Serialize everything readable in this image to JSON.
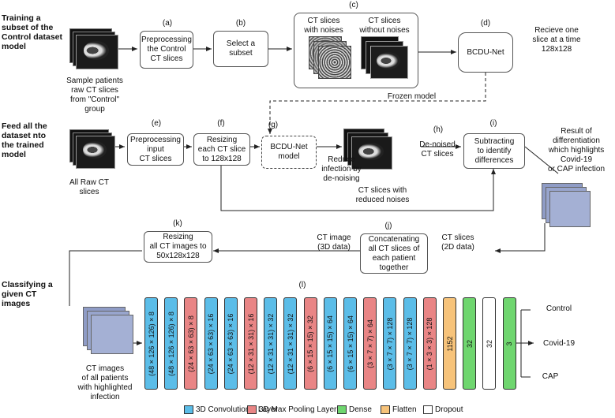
{
  "stages": {
    "training": "Training a\nsubset of the\nControl dataset\nmodel",
    "feed": "Feed all the\ndataset  nto\nthe trained\nmodel",
    "classify": "Classifying a\ngiven CT\nimages"
  },
  "step_labels": {
    "a": "(a)",
    "b": "(b)",
    "c": "(c)",
    "d": "(d)",
    "e": "(e)",
    "f": "(f)",
    "g": "(g)",
    "h": "(h)",
    "i": "(i)",
    "j": "(j)",
    "k": "(k)",
    "l": "(l)"
  },
  "boxes": {
    "preprocess_control": "Preprocessing\nthe Control\nCT slices",
    "select_subset": "Select a\nsubset",
    "bcdu_train": "BCDU-Net",
    "preprocess_input": "Preprocessing\ninput\nCT slices",
    "resize_slice": "Resizing\neach CT slice\nto 128x128",
    "bcdu_model": "BCDU-Net\nmodel",
    "subtract": "Subtracting\nto identify\ndifferences",
    "concat": "Concatenating\nall CT slices of\neach patient\ntogether",
    "resize_all": "Resizing\nall CT images to\n50x128x128"
  },
  "captions": {
    "sample_patients": "Sample patients\nraw CT slices\nfrom \"Control\"\ngroup",
    "with_noises": "CT slices\nwith noises",
    "without_noises": "CT slices\nwithout noises",
    "receive_one": "Recieve one\nslice at a time\n128x128",
    "frozen": "Frozen model",
    "all_raw": "All Raw CT\nslices",
    "reduce_infection": "Reduce\ninfection by\nde-noising",
    "denoised": "De-noised\nCT slices",
    "reduced_noises": "CT slices with\nreduced noises",
    "result": "Result of\ndifferentiation\nwhich highlights\nCovid-19\nor CAP infection",
    "ct_image_3d": "CT image\n(3D data)",
    "ct_slices_2d": "CT slices\n(2D data)",
    "ct_images_highlighted": "CT images\nof all patients\nwith highlighted\ninfection"
  },
  "layers": [
    {
      "label": "(48 × 126 × 126) × 8",
      "kind": "conv"
    },
    {
      "label": "(48 × 126 × 126) × 8",
      "kind": "conv"
    },
    {
      "label": "(24 × 63 × 63) × 8",
      "kind": "pool"
    },
    {
      "label": "(24 × 63 × 63) × 16",
      "kind": "conv"
    },
    {
      "label": "(24 × 63 × 63) × 16",
      "kind": "conv"
    },
    {
      "label": "(12 × 31 × 31) × 16",
      "kind": "pool"
    },
    {
      "label": "(12 × 31 × 31) × 32",
      "kind": "conv"
    },
    {
      "label": "(12 × 31 × 31) × 32",
      "kind": "conv"
    },
    {
      "label": "(6 × 15 × 15) × 32",
      "kind": "pool"
    },
    {
      "label": "(6 × 15 × 15) × 64",
      "kind": "conv"
    },
    {
      "label": "(6 × 15 × 15) × 64",
      "kind": "conv"
    },
    {
      "label": "(3 × 7 × 7) × 64",
      "kind": "pool"
    },
    {
      "label": "(3 × 7 × 7) × 128",
      "kind": "conv"
    },
    {
      "label": "(3 × 7 × 7) × 128",
      "kind": "conv"
    },
    {
      "label": "(1 × 3 × 3) × 128",
      "kind": "pool"
    },
    {
      "label": "1152",
      "kind": "flatten"
    },
    {
      "label": "32",
      "kind": "dense"
    },
    {
      "label": "32",
      "kind": "dropout"
    },
    {
      "label": "3",
      "kind": "dense"
    }
  ],
  "outputs": [
    "Control",
    "Covid-19",
    "CAP"
  ],
  "legend": [
    {
      "label": "3D Convolutional Layer",
      "kind": "conv"
    },
    {
      "label": "3D Max Pooling Layer",
      "kind": "pool"
    },
    {
      "label": "Dense",
      "kind": "dense"
    },
    {
      "label": "Flatten",
      "kind": "flatten"
    },
    {
      "label": "Dropout",
      "kind": "dropout"
    }
  ],
  "colors": {
    "conv": "#5bbde8",
    "pool": "#e98585",
    "dense": "#6fd66f",
    "flatten": "#f7c37a",
    "dropout": "#ffffff",
    "scan": "#1a1a1a",
    "highlight": "#9aa8cf"
  }
}
